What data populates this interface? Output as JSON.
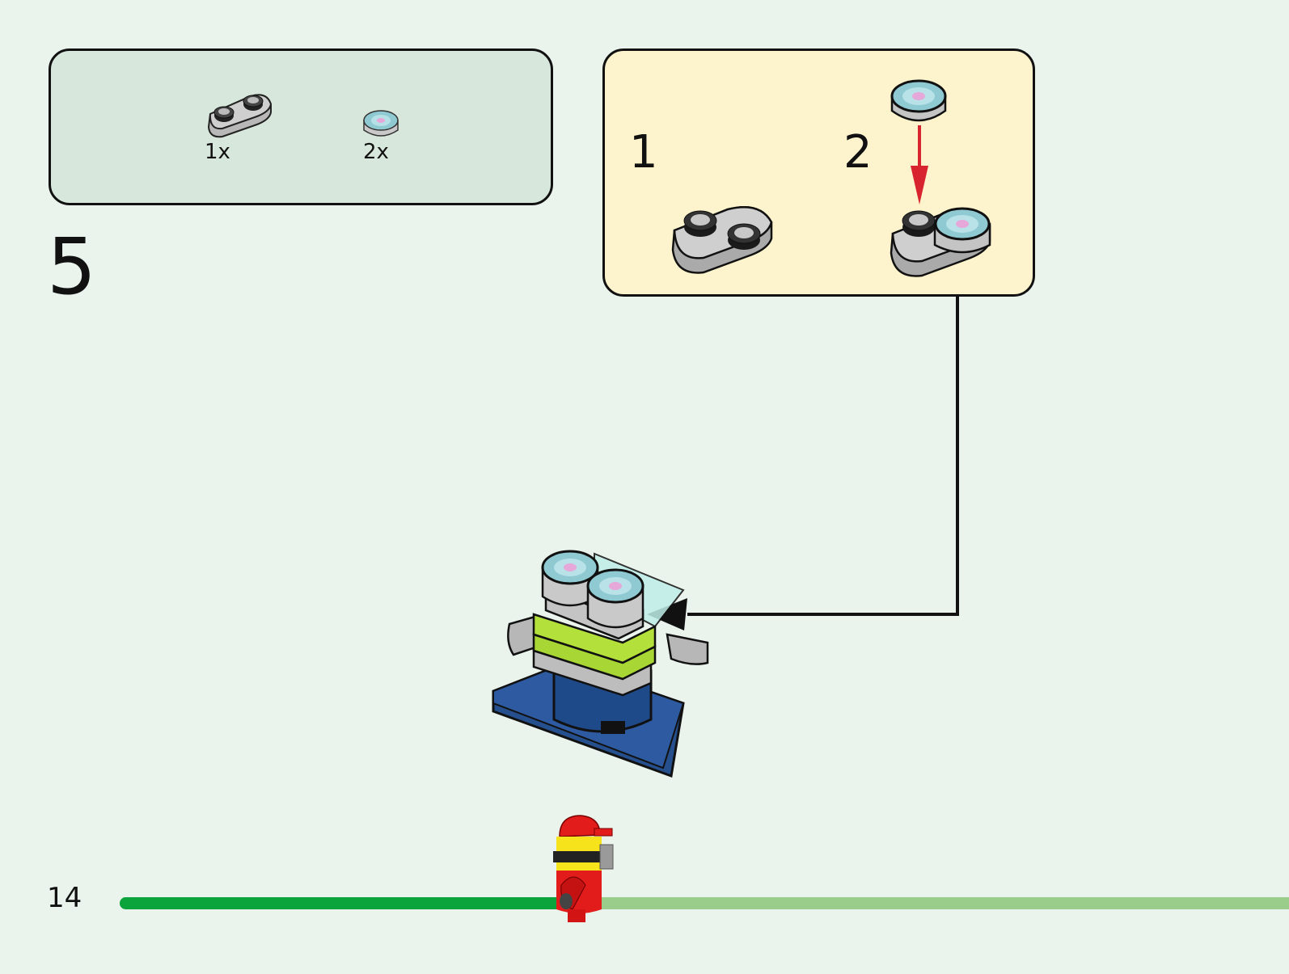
{
  "page": {
    "number": "14",
    "step": "5",
    "background_color": "#eaf4ec",
    "progress_fraction": 0.38
  },
  "parts_list": {
    "items": [
      {
        "part": "plate-1x2-rounded-light-gray",
        "quantity": "1x"
      },
      {
        "part": "round-tile-1x1-eye-print",
        "quantity": "2x"
      }
    ]
  },
  "sub_assembly": {
    "steps": [
      {
        "number": "1"
      },
      {
        "number": "2"
      }
    ]
  },
  "colors": {
    "parts_box": "#d8e7db",
    "sub_box": "#fdf4cd",
    "progress_done": "#0aa33c",
    "progress_todo": "#9acd8c",
    "arrow_red": "#d8242f"
  }
}
